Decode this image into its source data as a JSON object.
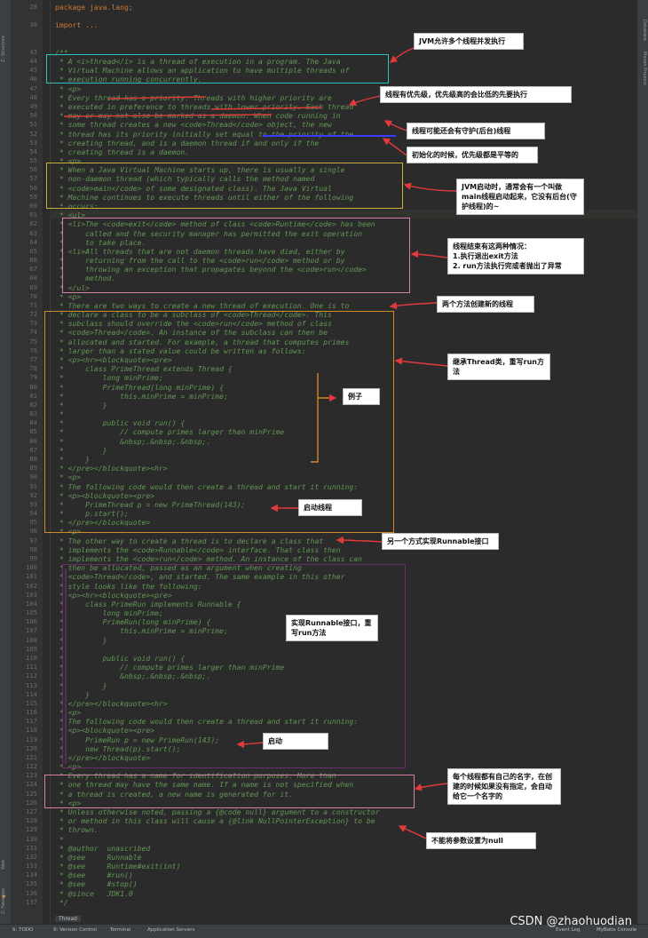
{
  "code_lines": [
    {
      "n": "28",
      "t": "package java.lang;",
      "c": "kw"
    },
    {
      "n": "",
      "t": "",
      "c": ""
    },
    {
      "n": "30",
      "t": "import ...",
      "c": "kw"
    },
    {
      "n": "",
      "t": "",
      "c": ""
    },
    {
      "n": "",
      "t": "",
      "c": ""
    },
    {
      "n": "43",
      "t": "/**",
      "c": ""
    },
    {
      "n": "44",
      "t:": "",
      "t": " * A <i>thread</i> is a thread of execution in a program. The Java",
      "c": ""
    },
    {
      "n": "45",
      "t": " * Virtual Machine allows an application to have multiple threads of",
      "c": ""
    },
    {
      "n": "46",
      "t": " * execution running concurrently.",
      "c": ""
    },
    {
      "n": "47",
      "t": " * <p>",
      "c": ""
    },
    {
      "n": "48",
      "t": " * Every thread has a priority. Threads with higher priority are",
      "c": ""
    },
    {
      "n": "49",
      "t": " * executed in preference to threads with lower priority. Each thread",
      "c": ""
    },
    {
      "n": "50",
      "t": " * may or may not also be marked as a daemon. When code running in",
      "c": ""
    },
    {
      "n": "51",
      "t": " * some thread creates a new <code>Thread</code> object, the new",
      "c": ""
    },
    {
      "n": "52",
      "t": " * thread has its priority initially set equal to the priority of the",
      "c": ""
    },
    {
      "n": "53",
      "t": " * creating thread, and is a daemon thread if and only if the",
      "c": ""
    },
    {
      "n": "54",
      "t": " * creating thread is a daemon.",
      "c": ""
    },
    {
      "n": "55",
      "t": " * <p>",
      "c": ""
    },
    {
      "n": "56",
      "t": " * When a Java Virtual Machine starts up, there is usually a single",
      "c": ""
    },
    {
      "n": "57",
      "t": " * non-daemon thread (which typically calls the method named",
      "c": ""
    },
    {
      "n": "58",
      "t": " * <code>main</code> of some designated class). The Java Virtual",
      "c": ""
    },
    {
      "n": "59",
      "t": " * Machine continues to execute threads until either of the following",
      "c": ""
    },
    {
      "n": "60",
      "t": " * occurs:",
      "c": ""
    },
    {
      "n": "61",
      "t": " * <ul>",
      "c": ""
    },
    {
      "n": "62",
      "t": " * <li>The <code>exit</code> method of class <code>Runtime</code> has been",
      "c": ""
    },
    {
      "n": "63",
      "t": " *     called and the security manager has permitted the exit operation",
      "c": ""
    },
    {
      "n": "64",
      "t": " *     to take place.",
      "c": ""
    },
    {
      "n": "65",
      "t": " * <li>All threads that are not daemon threads have died, either by",
      "c": ""
    },
    {
      "n": "66",
      "t": " *     returning from the call to the <code>run</code> method or by",
      "c": ""
    },
    {
      "n": "67",
      "t": " *     throwing an exception that propagates beyond the <code>run</code>",
      "c": ""
    },
    {
      "n": "68",
      "t": " *     method.",
      "c": ""
    },
    {
      "n": "69",
      "t": " * </ul>",
      "c": ""
    },
    {
      "n": "70",
      "t": " * <p>",
      "c": ""
    },
    {
      "n": "71",
      "t": " * There are two ways to create a new thread of execution. One is to",
      "c": ""
    },
    {
      "n": "72",
      "t": " * declare a class to be a subclass of <code>Thread</code>. This",
      "c": ""
    },
    {
      "n": "73",
      "t": " * subclass should override the <code>run</code> method of class",
      "c": ""
    },
    {
      "n": "74",
      "t": " * <code>Thread</code>. An instance of the subclass can then be",
      "c": ""
    },
    {
      "n": "75",
      "t": " * allocated and started. For example, a thread that computes primes",
      "c": ""
    },
    {
      "n": "76",
      "t": " * larger than a stated value could be written as follows:",
      "c": ""
    },
    {
      "n": "77",
      "t": " * <p><hr><blockquote><pre>",
      "c": ""
    },
    {
      "n": "78",
      "t": " *     class PrimeThread extends Thread {",
      "c": ""
    },
    {
      "n": "79",
      "t": " *         long minPrime;",
      "c": ""
    },
    {
      "n": "80",
      "t": " *         PrimeThread(long minPrime) {",
      "c": ""
    },
    {
      "n": "81",
      "t": " *             this.minPrime = minPrime;",
      "c": ""
    },
    {
      "n": "82",
      "t": " *         }",
      "c": ""
    },
    {
      "n": "83",
      "t": " *",
      "c": ""
    },
    {
      "n": "84",
      "t": " *         public void run() {",
      "c": ""
    },
    {
      "n": "85",
      "t": " *             // compute primes larger than minPrime",
      "c": ""
    },
    {
      "n": "86",
      "t": " *             &nbsp;.&nbsp;.&nbsp;.",
      "c": ""
    },
    {
      "n": "87",
      "t": " *         }",
      "c": ""
    },
    {
      "n": "88",
      "t": " *     }",
      "c": ""
    },
    {
      "n": "89",
      "t": " * </pre></blockquote><hr>",
      "c": ""
    },
    {
      "n": "90",
      "t": " * <p>",
      "c": ""
    },
    {
      "n": "91",
      "t": " * The following code would then create a thread and start it running:",
      "c": ""
    },
    {
      "n": "92",
      "t": " * <p><blockquote><pre>",
      "c": ""
    },
    {
      "n": "93",
      "t": " *     PrimeThread p = new PrimeThread(143);",
      "c": ""
    },
    {
      "n": "94",
      "t": " *     p.start();",
      "c": ""
    },
    {
      "n": "95",
      "t": " * </pre></blockquote>",
      "c": ""
    },
    {
      "n": "96",
      "t": " * <p>",
      "c": ""
    },
    {
      "n": "97",
      "t": " * The other way to create a thread is to declare a class that",
      "c": ""
    },
    {
      "n": "98",
      "t": " * implements the <code>Runnable</code> interface. That class then",
      "c": ""
    },
    {
      "n": "99",
      "t": " * implements the <code>run</code> method. An instance of the class can",
      "c": ""
    },
    {
      "n": "100",
      "t": " * then be allocated, passed as an argument when creating",
      "c": ""
    },
    {
      "n": "101",
      "t": " * <code>Thread</code>, and started. The same example in this other",
      "c": ""
    },
    {
      "n": "102",
      "t": " * style looks like the following:",
      "c": ""
    },
    {
      "n": "103",
      "t": " * <p><hr><blockquote><pre>",
      "c": ""
    },
    {
      "n": "104",
      "t": " *     class PrimeRun implements Runnable {",
      "c": ""
    },
    {
      "n": "105",
      "t": " *         long minPrime;",
      "c": ""
    },
    {
      "n": "106",
      "t": " *         PrimeRun(long minPrime) {",
      "c": ""
    },
    {
      "n": "107",
      "t": " *             this.minPrime = minPrime;",
      "c": ""
    },
    {
      "n": "108",
      "t": " *         }",
      "c": ""
    },
    {
      "n": "109",
      "t": " *",
      "c": ""
    },
    {
      "n": "110",
      "t": " *         public void run() {",
      "c": ""
    },
    {
      "n": "111",
      "t": " *             // compute primes larger than minPrime",
      "c": ""
    },
    {
      "n": "112",
      "t": " *             &nbsp;.&nbsp;.&nbsp;.",
      "c": ""
    },
    {
      "n": "113",
      "t": " *         }",
      "c": ""
    },
    {
      "n": "114",
      "t": " *     }",
      "c": ""
    },
    {
      "n": "115",
      "t": " * </pre></blockquote><hr>",
      "c": ""
    },
    {
      "n": "116",
      "t": " * <p>",
      "c": ""
    },
    {
      "n": "117",
      "t": " * The following code would then create a thread and start it running:",
      "c": ""
    },
    {
      "n": "118",
      "t": " * <p><blockquote><pre>",
      "c": ""
    },
    {
      "n": "119",
      "t": " *     PrimeRun p = new PrimeRun(143);",
      "c": ""
    },
    {
      "n": "120",
      "t": " *     new Thread(p).start();",
      "c": ""
    },
    {
      "n": "121",
      "t": " * </pre></blockquote>",
      "c": ""
    },
    {
      "n": "122",
      "t": " * <p>",
      "c": ""
    },
    {
      "n": "123",
      "t": " * Every thread has a name for identification purposes. More than",
      "c": ""
    },
    {
      "n": "124",
      "t": " * one thread may have the same name. If a name is not specified when",
      "c": ""
    },
    {
      "n": "125",
      "t": " * a thread is created, a new name is generated for it.",
      "c": ""
    },
    {
      "n": "126",
      "t": " * <p>",
      "c": ""
    },
    {
      "n": "127",
      "t": " * Unless otherwise noted, passing a {@code null} argument to a constructor",
      "c": ""
    },
    {
      "n": "128",
      "t": " * or method in this class will cause a {@link NullPointerException} to be",
      "c": ""
    },
    {
      "n": "129",
      "t": " * thrown.",
      "c": ""
    },
    {
      "n": "130",
      "t": " *",
      "c": ""
    },
    {
      "n": "131",
      "t": " * @author  unascribed",
      "c": ""
    },
    {
      "n": "132",
      "t": " * @see     Runnable",
      "c": ""
    },
    {
      "n": "133",
      "t": " * @see     Runtime#exit(int)",
      "c": ""
    },
    {
      "n": "134",
      "t": " * @see     #run()",
      "c": ""
    },
    {
      "n": "135",
      "t": " * @see     #stop()",
      "c": ""
    },
    {
      "n": "136",
      "t": " * @since   JDK1.0",
      "c": ""
    },
    {
      "n": "137",
      "t": " */",
      "c": ""
    }
  ],
  "annotations": {
    "n1": "JVM允许多个线程并发执行",
    "n2": "线程有优先级，优先级高的会比低的先要执行",
    "n3": "线程可能还会有守护(后台)线程",
    "n4": "初始化的时候，优先级都是平等的",
    "n5": "JVM启动时，通常会有一个叫做main线程启动起来，它没有后台(守护线程)的~",
    "n6_l1": "线程结束有这两种情况：",
    "n6_l2": "1.执行退出exit方法",
    "n6_l3": "2. run方法执行完或者抛出了异常",
    "n7": "两个方法创建新的线程",
    "n8": "继承Thread类，重写run方法",
    "n9": "例子",
    "n10": "启动线程",
    "n11": "另一个方式实现Runnable接口",
    "n12": "实现Runnable接口，重写run方法",
    "n13": "启动",
    "n14": "每个线程都有自己的名字，在创建的时候如果没有指定，会自动给它一个名字的",
    "n15": "不能将参数设置为null"
  },
  "sidebar": {
    "structure": "Z: Structure",
    "favorites": "2: Favorites",
    "web": "Web"
  },
  "right_sidebar": {
    "database": "Database",
    "maven": "Maven Projects"
  },
  "file_tab": "Thread",
  "status_bar": {
    "todo": "6: TODO",
    "vcs": "9: Version Control",
    "terminal": "Terminal",
    "app_servers": "Application Servers",
    "event_log": "Event Log",
    "mybatis": "MyBatis Console"
  },
  "watermark": "CSDN @zhaohuodian",
  "colors": {
    "red": "#e23a3a",
    "cyan": "#2cc2c2",
    "pink": "#d87fa8",
    "yellow": "#c9b13a",
    "orange": "#d08a2a",
    "purple": "#6a2f6a"
  }
}
